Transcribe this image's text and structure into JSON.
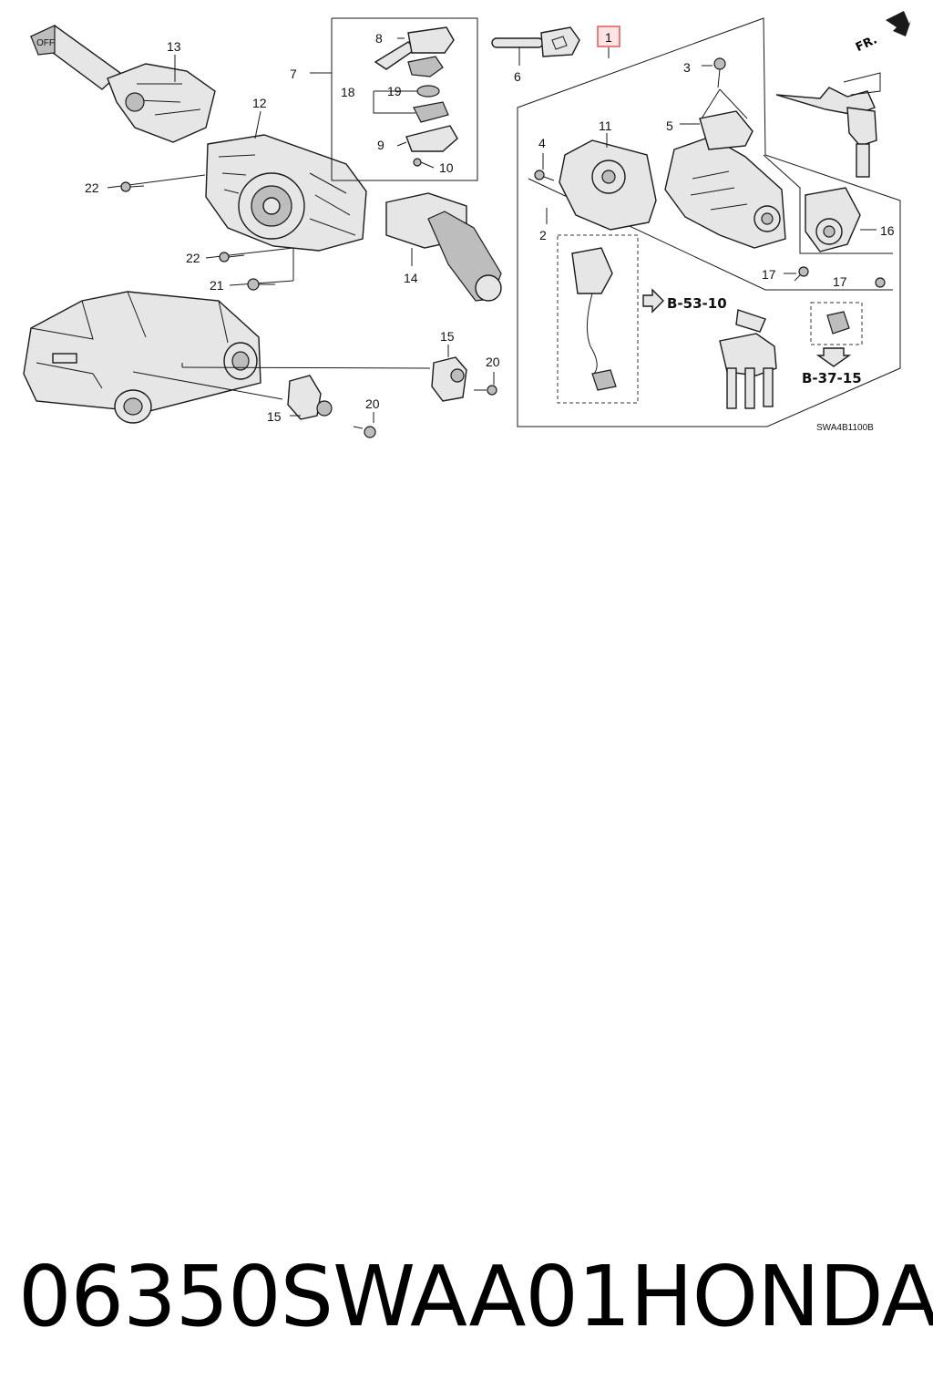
{
  "diagram": {
    "callouts": {
      "c1": "1",
      "c2": "2",
      "c3": "3",
      "c4": "4",
      "c5": "5",
      "c6": "6",
      "c7": "7",
      "c8": "8",
      "c9": "9",
      "c10": "10",
      "c11": "11",
      "c12": "12",
      "c13": "13",
      "c14": "14",
      "c15a": "15",
      "c15b": "15",
      "c16": "16",
      "c17a": "17",
      "c17b": "17",
      "c18": "18",
      "c19": "19",
      "c20a": "20",
      "c20b": "20",
      "c21": "21",
      "c22a": "22",
      "c22b": "22"
    },
    "references": {
      "ref_a": "B-53-10",
      "ref_b": "B-37-15"
    },
    "direction_label": "FR.",
    "diagram_code": "SWA4B1100B",
    "switch_text": "OFF"
  },
  "caption": {
    "part_number": "06350SWAA01",
    "brand": "HONDA"
  },
  "colors": {
    "highlight_box": "#e05a5a",
    "highlight_fill": "#fde3e3"
  }
}
